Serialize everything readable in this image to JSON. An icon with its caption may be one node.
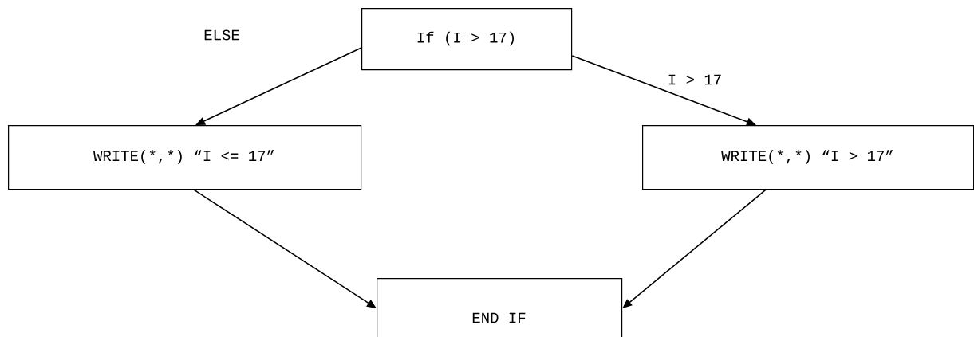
{
  "diagram": {
    "nodes": [
      {
        "text": [
          "If (I > 17)"
        ]
      },
      {
        "text": [
          "WRITE(*,*) “I <= 17”"
        ]
      },
      {
        "text": [
          "WRITE(*,*) “I > 17”"
        ]
      },
      {
        "text": [
          "END IF"
        ]
      }
    ],
    "edges": [
      {
        "from": 0,
        "to": 1,
        "arrow": "to",
        "label": "ELSE"
      },
      {
        "from": 0,
        "to": 2,
        "arrow": "to",
        "label": "I > 17"
      },
      {
        "from": 1,
        "to": 3,
        "arrow": "to"
      },
      {
        "from": 2,
        "to": 3,
        "arrow": "to"
      }
    ]
  }
}
